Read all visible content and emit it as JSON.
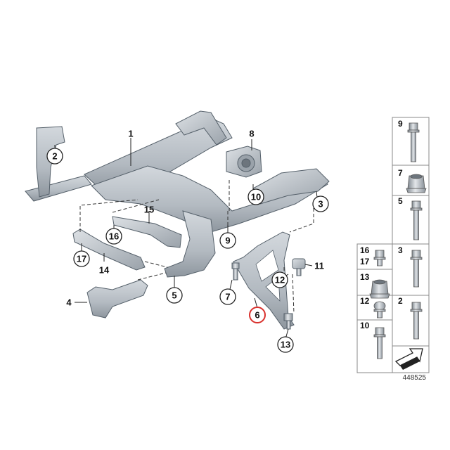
{
  "diagram": {
    "id": "448525",
    "highlight_color": "#d9302c",
    "part_color": "#b8bfc6",
    "callouts": [
      {
        "label": "1",
        "circled": false
      },
      {
        "label": "2",
        "circled": true
      },
      {
        "label": "3",
        "circled": true
      },
      {
        "label": "4",
        "circled": false
      },
      {
        "label": "5",
        "circled": true
      },
      {
        "label": "6",
        "circled": true,
        "highlighted": true
      },
      {
        "label": "7",
        "circled": true
      },
      {
        "label": "8",
        "circled": false
      },
      {
        "label": "9",
        "circled": true
      },
      {
        "label": "10",
        "circled": true
      },
      {
        "label": "11",
        "circled": false
      },
      {
        "label": "12",
        "circled": true
      },
      {
        "label": "13",
        "circled": true
      },
      {
        "label": "14",
        "circled": false
      },
      {
        "label": "15",
        "circled": false
      },
      {
        "label": "16",
        "circled": true
      },
      {
        "label": "17",
        "circled": true
      }
    ],
    "legend": [
      {
        "label": "9",
        "icon": "long-bolt-icon"
      },
      {
        "label": "7",
        "icon": "flange-nut-icon"
      },
      {
        "label": "5",
        "icon": "long-bolt-icon"
      },
      {
        "label": "16\n17",
        "icon": "short-bolt-icon"
      },
      {
        "label": "3",
        "icon": "long-bolt-icon"
      },
      {
        "label": "13",
        "icon": "lock-nut-icon"
      },
      {
        "label": "12",
        "icon": "round-head-bolt-icon"
      },
      {
        "label": "2",
        "icon": "long-bolt-icon"
      },
      {
        "label": "10",
        "icon": "flange-bolt-icon"
      },
      {
        "label": "",
        "icon": "direction-arrow-icon"
      }
    ]
  }
}
